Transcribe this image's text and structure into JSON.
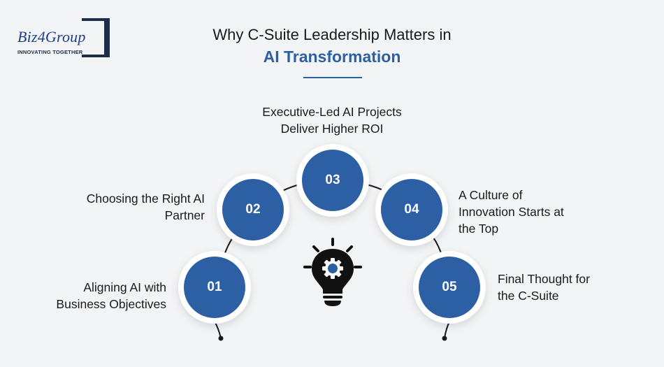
{
  "logo": {
    "text": "Biz4Group",
    "tagline": "INNOVATING TOGETHER"
  },
  "title": {
    "line1": "Why C-Suite Leadership Matters in",
    "line2": "AI Transformation"
  },
  "colors": {
    "accent": "#2d5fa5",
    "dark": "#1c2e4a",
    "background": "#f2f4f6"
  },
  "center_icon": "lightbulb-gear-icon",
  "steps": [
    {
      "number": "01",
      "label_line1": "Aligning AI with",
      "label_line2": "Business Objectives",
      "label_line3": ""
    },
    {
      "number": "02",
      "label_line1": "Choosing the Right AI",
      "label_line2": "Partner",
      "label_line3": ""
    },
    {
      "number": "03",
      "label_line1": "Executive-Led AI Projects",
      "label_line2": "Deliver Higher ROI",
      "label_line3": ""
    },
    {
      "number": "04",
      "label_line1": "A Culture of",
      "label_line2": "Innovation Starts at",
      "label_line3": "the Top"
    },
    {
      "number": "05",
      "label_line1": "Final Thought for",
      "label_line2": "the C-Suite",
      "label_line3": ""
    }
  ]
}
